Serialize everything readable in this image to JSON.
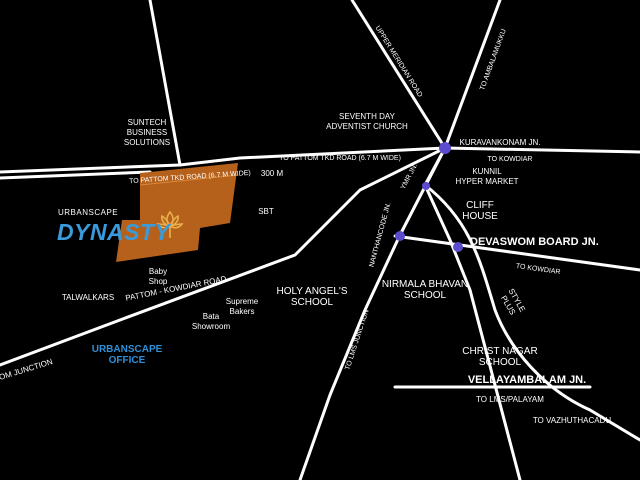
{
  "colors": {
    "background": "#000000",
    "road": "#ffffff",
    "site": "#b5611b",
    "brand_blue": "#3a9bdc",
    "junction": "#5b4bcf"
  },
  "project": {
    "brand_small": "URBANSCAPE",
    "brand_name": "DYNASTY",
    "logo_icon": "leaf-emblem-icon"
  },
  "labels": {
    "suntech": [
      "SUNTECH",
      "BUSINESS",
      "SOLUTIONS"
    ],
    "to_pattom_tkd_1": "TO PATTOM TKD ROAD (6.7 M WIDE)",
    "to_pattom_tkd_2": "TO PATTOM TKD ROAD (6.7 M WIDE)",
    "dist_300m": "300 M",
    "sbt": "SBT",
    "baby_shop": [
      "Baby",
      "Shop"
    ],
    "pattom_kowdiar": "PATTOM - KOWDIAR ROAD",
    "talwalkars": "TALWALKARS",
    "bata": [
      "Bata",
      "Showroom"
    ],
    "supreme": [
      "Supreme",
      "Bakers"
    ],
    "holy_angels": [
      "HOLY ANGEL'S",
      "SCHOOL"
    ],
    "office": [
      "URBANSCAPE",
      "OFFICE"
    ],
    "om_junction": "OM JUNCTION",
    "upper_meridian": "UPPER MERIDIAN ROAD",
    "to_ambalamukku": "TO AMBALAMUKKU",
    "seventh_day": [
      "SEVENTH DAY",
      "ADVENTIST CHURCH"
    ],
    "kuravankonam": "KURAVANKONAM JN.",
    "to_kowdiar_1": "TO KOWDIAR",
    "kunnil": [
      "KUNNIL",
      "HYPER MARKET"
    ],
    "ymr": "YMR JN.",
    "cliff_house": [
      "CLIFF",
      "HOUSE"
    ],
    "nanthancode": "NANTHANCODE JN.",
    "devaswom": "DEVASWOM BOARD JN.",
    "to_kowdiar_2": "TO KOWDIAR",
    "style_plus": [
      "STYLE",
      "PLUS"
    ],
    "nirmala": [
      "NIRMALA BHAVAN",
      "SCHOOL"
    ],
    "to_lms_junction": "TO LMS JUNCTION",
    "christ_nagar": [
      "CHRIST NAGAR",
      "SCHOOL"
    ],
    "vellayambalam": "VELLAYAMBALAM JN.",
    "to_lms_palayam": "TO LMS/PALAYAM",
    "to_vazhuthacadu": "TO VAZHUTHACADU"
  }
}
